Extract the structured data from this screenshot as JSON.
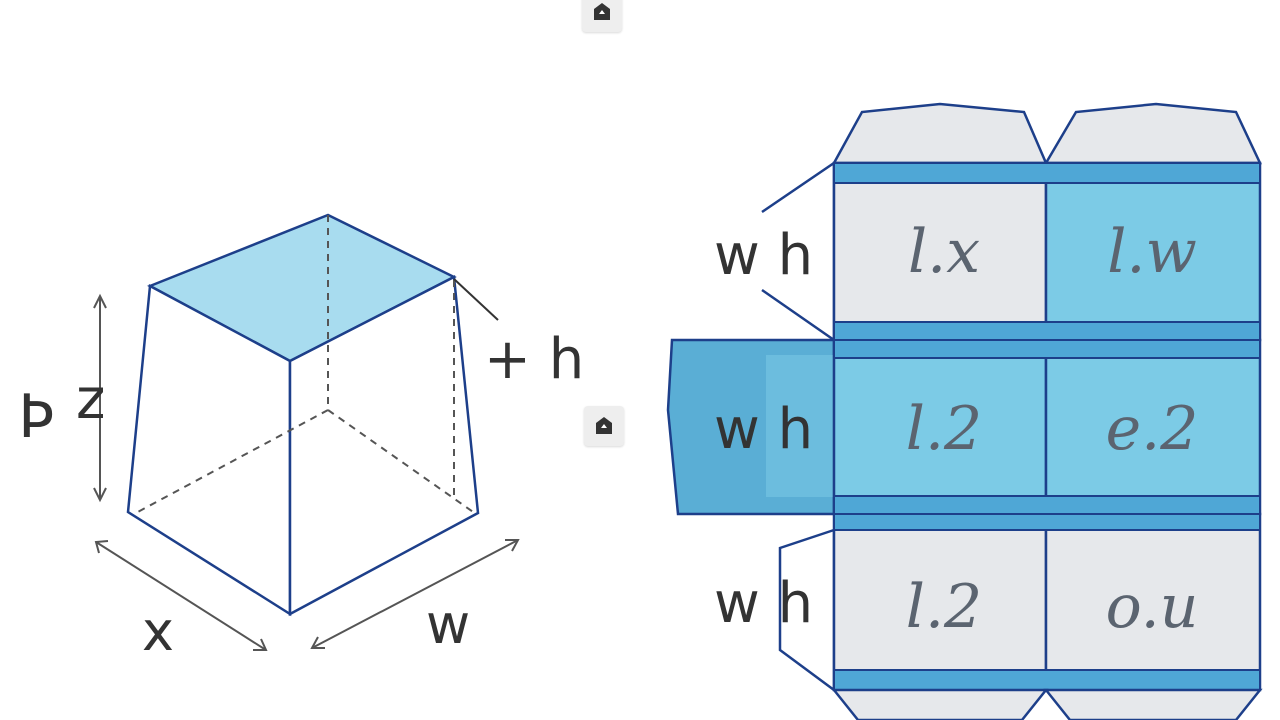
{
  "colors": {
    "stroke": "#1d3f8a",
    "face_light": "#a8dcef",
    "face_mid": "#7ccbe6",
    "face_dark": "#5aaed5",
    "panel_gray": "#e6e8eb",
    "strip": "#4fa7d6",
    "dim_line": "#555555",
    "label": "#333333",
    "cursive": "#5b6470"
  },
  "cube": {
    "labels": {
      "height": "z",
      "height_prefix": "Þ",
      "depth": "x",
      "width": "w",
      "plus_h": "+ h"
    }
  },
  "net": {
    "row_labels": [
      "w h",
      "w h",
      "w h"
    ],
    "cells": [
      [
        "l.x",
        "l.w"
      ],
      [
        "l.2",
        "e.2"
      ],
      [
        "l.2",
        "o.u"
      ]
    ]
  },
  "icons": [
    "image-placeholder-icon",
    "image-placeholder-icon"
  ]
}
